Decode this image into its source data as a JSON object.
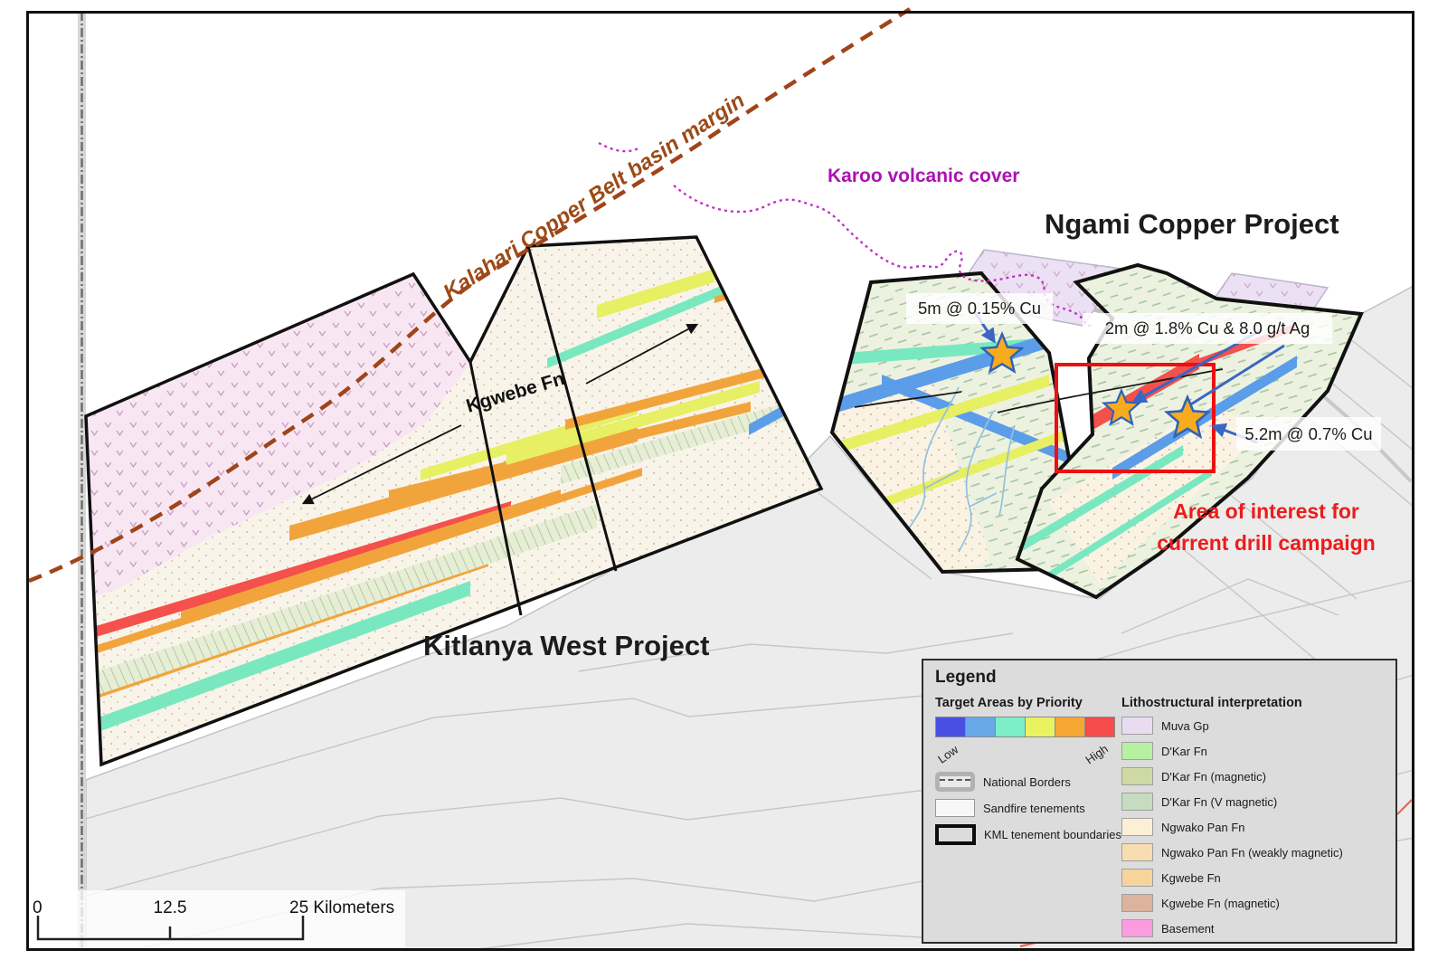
{
  "map": {
    "projects": {
      "ngami": "Ngami Copper Project",
      "kitlanya": "Kitlanya West Project"
    },
    "labels": {
      "karoo": "Karoo volcanic cover",
      "kalahari": "Kalahari Copper Belt basin margin",
      "kgwebe": "Kgwebe Fn"
    },
    "annotations": {
      "drill1": "5m @ 0.15% Cu",
      "drill2": "2m @ 1.8% Cu & 8.0 g/t Ag",
      "drill3": "5.2m @ 0.7% Cu",
      "aoi_line1": "Area of interest for",
      "aoi_line2": "current drill campaign"
    }
  },
  "scalebar": {
    "zero": "0",
    "mid": "12.5",
    "end": "25 Kilometers"
  },
  "legend": {
    "title": "Legend",
    "priority": {
      "heading": "Target Areas by Priority",
      "low": "Low",
      "high": "High",
      "colors": [
        "#4a4fe4",
        "#67a9e8",
        "#7eeec9",
        "#ebf25f",
        "#f5a733",
        "#f54b49"
      ]
    },
    "symbols": [
      {
        "label": "National Borders"
      },
      {
        "label": "Sandfire tenements"
      },
      {
        "label": "KML tenement boundaries"
      }
    ],
    "litho": {
      "heading": "Lithostructural interpretation",
      "items": [
        {
          "label": "Muva Gp",
          "color": "#eadcf0"
        },
        {
          "label": "D'Kar Fn",
          "color": "#b8f0a2"
        },
        {
          "label": "D'Kar Fn (magnetic)",
          "color": "#cfd9a4"
        },
        {
          "label": "D'Kar Fn (V magnetic)",
          "color": "#c6dcc0"
        },
        {
          "label": "Ngwako Pan Fn",
          "color": "#fbf0d6"
        },
        {
          "label": "Ngwako Pan Fn (weakly magnetic)",
          "color": "#f8ddb0"
        },
        {
          "label": "Kgwebe Fn",
          "color": "#f6d49c"
        },
        {
          "label": "Kgwebe Fn (magnetic)",
          "color": "#dcb39c"
        },
        {
          "label": "Basement",
          "color": "#fb9be0"
        }
      ]
    }
  },
  "colors": {
    "aoi_red": "#ed1c1c",
    "star_fill": "#f8ab1d",
    "basin_margin_brown": "#9c4a16",
    "karoo_magenta": "#c22cc2"
  }
}
